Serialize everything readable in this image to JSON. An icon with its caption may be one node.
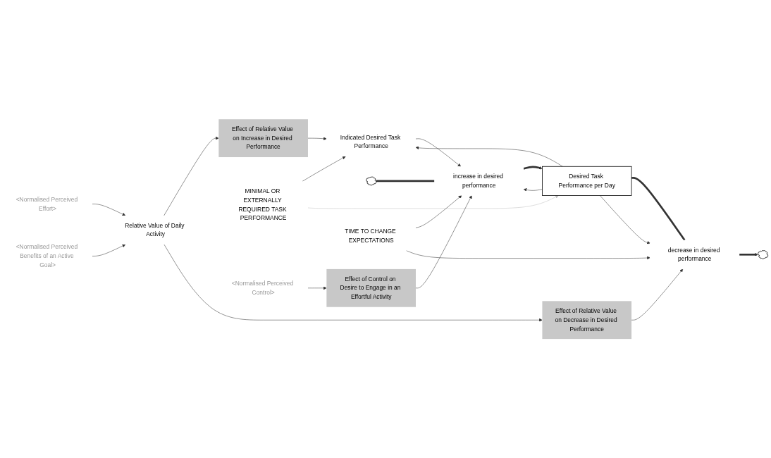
{
  "diagram": {
    "nodes": [
      {
        "text": [
          "Relative Value of Daily Activity"
        ]
      },
      {
        "text": [
          "<Normalised Perceived Effort>"
        ]
      },
      {
        "text": [
          "<Normalised Perceived Benefits of an Active Goal>"
        ]
      },
      {
        "text": [
          "Effect of Relative Value on Increase in Desired Performance"
        ]
      },
      {
        "text": [
          "Effect of Relative Value on Decrease in Desired Performance"
        ]
      },
      {
        "text": [
          "Indicated Desired Task Performance"
        ]
      },
      {
        "text": [
          "MINIMAL OR EXTERNALLY REQUIRED TASK PERFORMANCE"
        ]
      },
      {
        "text": [],
        "shape": "cloud"
      },
      {
        "text": [
          "increase in desired performance"
        ]
      },
      {
        "text": [
          "Desired Task Performance per Day"
        ]
      },
      {
        "text": [
          "decrease in desired performance"
        ]
      },
      {
        "text": [],
        "shape": "cloud"
      },
      {
        "text": [
          "<Normalised Perceived Control>"
        ]
      },
      {
        "text": [
          "Effect of Control on Desire to Engage in an Effortful Activity"
        ]
      },
      {
        "text": [
          "TIME TO CHANGE EXPECTATIONS"
        ]
      }
    ],
    "edges": [
      {
        "from": 1,
        "to": 0,
        "arrow": "to"
      },
      {
        "from": 2,
        "to": 0,
        "arrow": "to"
      },
      {
        "from": 0,
        "to": 3,
        "arrow": "to"
      },
      {
        "from": 0,
        "to": 4,
        "arrow": "to"
      },
      {
        "from": 3,
        "to": 5,
        "arrow": "to"
      },
      {
        "from": 6,
        "to": 5,
        "arrow": "to"
      },
      {
        "from": 6,
        "to": 9,
        "arrow": "to",
        "color": "#c0c0c0"
      },
      {
        "from": 9,
        "to": 5,
        "arrow": "to"
      },
      {
        "from": 5,
        "to": 8,
        "arrow": "to"
      },
      {
        "from": 7,
        "to": 8,
        "arrow": "none",
        "style": "thick"
      },
      {
        "from": 8,
        "to": 9,
        "arrow": "to",
        "style": "thick"
      },
      {
        "from": 9,
        "to": 10,
        "arrow": "none",
        "style": "thick"
      },
      {
        "from": 10,
        "to": 11,
        "arrow": "to",
        "style": "thick"
      },
      {
        "from": 4,
        "to": 10,
        "arrow": "to"
      },
      {
        "from": 9,
        "to": 8,
        "arrow": "to"
      },
      {
        "from": 9,
        "to": 10,
        "arrow": "to"
      },
      {
        "from": 12,
        "to": 13,
        "arrow": "to"
      },
      {
        "from": 13,
        "to": 8,
        "arrow": "to"
      },
      {
        "from": 14,
        "to": 8,
        "arrow": "to"
      },
      {
        "from": 14,
        "to": 10,
        "arrow": "to"
      }
    ]
  }
}
